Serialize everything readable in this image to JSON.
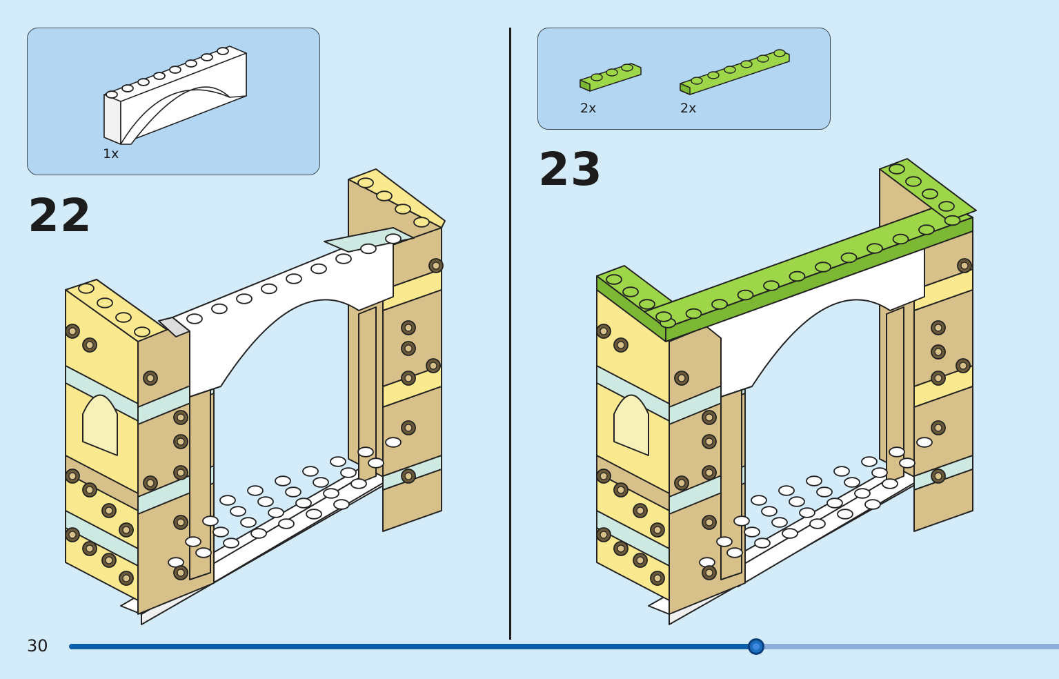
{
  "steps": [
    {
      "number": "22",
      "parts": [
        {
          "quantity": "1x",
          "piece": "white-arch-1x8",
          "color": "#ffffff"
        }
      ]
    },
    {
      "number": "23",
      "parts": [
        {
          "quantity": "2x",
          "piece": "lime-plate-1x3",
          "color": "#9ed64a"
        },
        {
          "quantity": "2x",
          "piece": "lime-plate-1x6",
          "color": "#9ed64a"
        }
      ]
    }
  ],
  "page": {
    "number": "30",
    "progress": 0.694
  },
  "colors": {
    "background": "#d4ebfa",
    "parts_box": "#b3d6f3",
    "progress": "#0b5eaa",
    "progress_rest": "#8eaedc",
    "tan": "#d8c08a",
    "yellow": "#fbe98f",
    "mint": "#cde9e1",
    "lime": "#9ed64a"
  }
}
